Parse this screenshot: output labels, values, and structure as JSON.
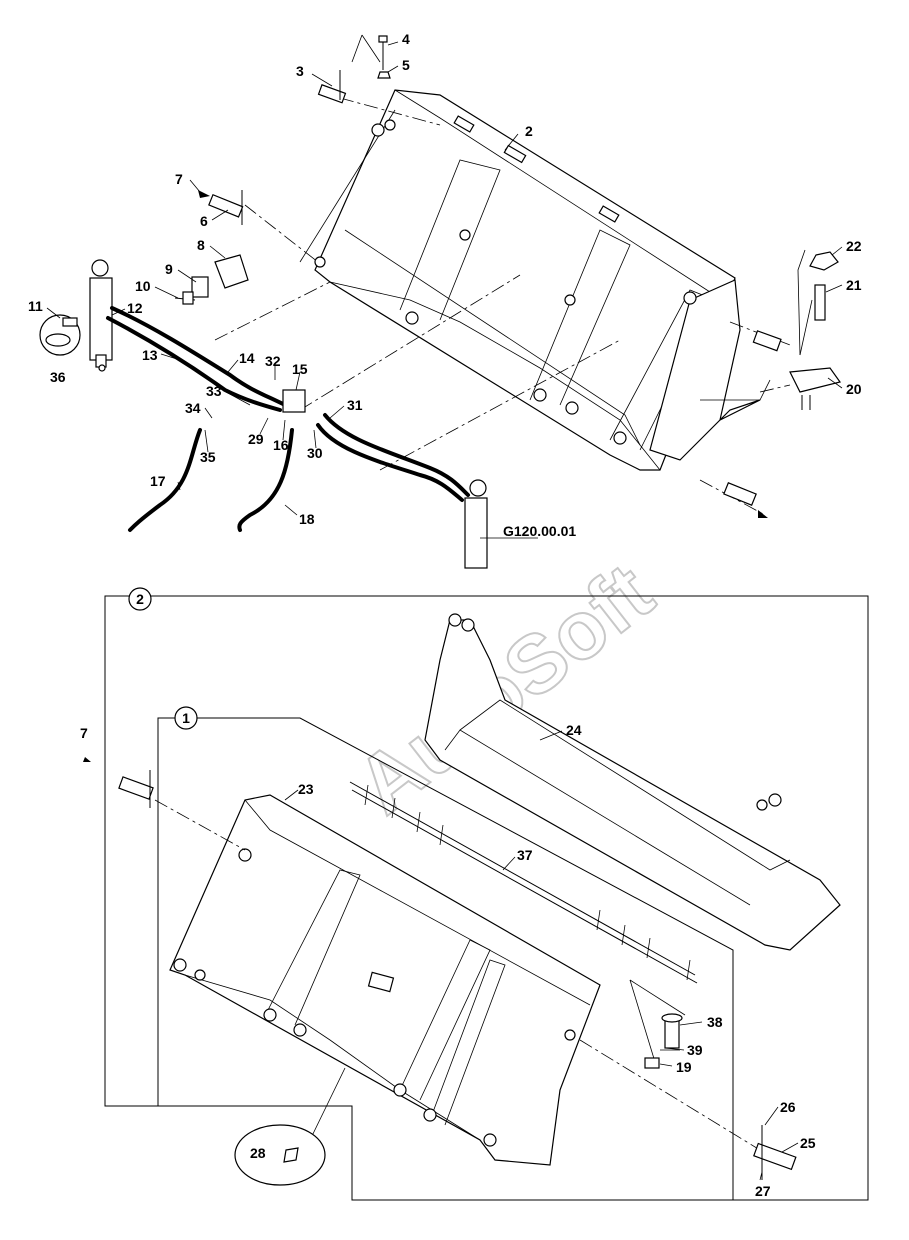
{
  "watermark": "AutoSoft",
  "assembly_ref": "G120.00.01",
  "groups": [
    {
      "id": "group-1",
      "label": "1"
    },
    {
      "id": "group-2",
      "label": "2"
    }
  ],
  "callouts": {
    "c2": "2",
    "c3": "3",
    "c4": "4",
    "c5": "5",
    "c6": "6",
    "c7": "7",
    "c7b": "7",
    "c8": "8",
    "c9": "9",
    "c10": "10",
    "c11": "11",
    "c12": "12",
    "c13": "13",
    "c14": "14",
    "c15": "15",
    "c16": "16",
    "c17": "17",
    "c18": "18",
    "c19": "19",
    "c20": "20",
    "c21": "21",
    "c22": "22",
    "c23": "23",
    "c24": "24",
    "c25": "25",
    "c26": "26",
    "c27": "27",
    "c28": "28",
    "c29": "29",
    "c30": "30",
    "c31": "31",
    "c32": "32",
    "c33": "33",
    "c34": "34",
    "c35": "35",
    "c36": "36",
    "c37": "37",
    "c38": "38",
    "c39": "39"
  }
}
